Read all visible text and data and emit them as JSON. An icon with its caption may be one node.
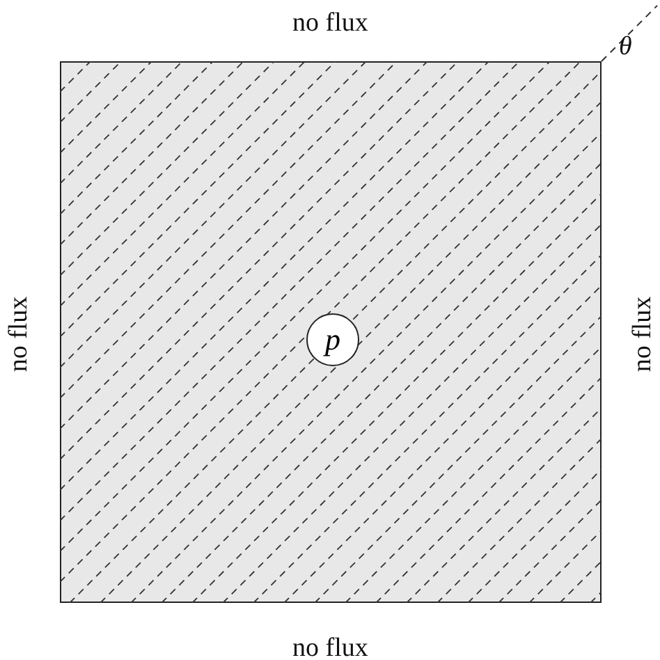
{
  "diagram": {
    "nodes": [
      {
        "text": [],
        "shape": "box"
      },
      {
        "text": [
          "p"
        ],
        "in": 0
      }
    ],
    "edges": [],
    "labels": [
      "no flux",
      "θ",
      "no flux",
      "no flux",
      "no flux"
    ]
  }
}
